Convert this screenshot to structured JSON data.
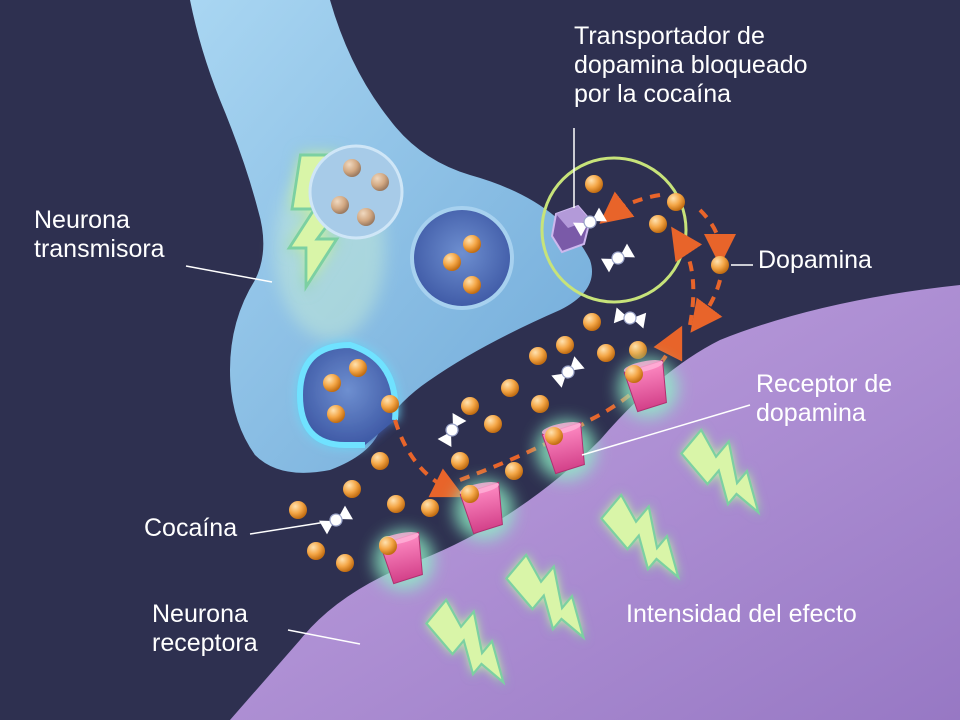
{
  "labels": {
    "transportador": [
      "Transportador de",
      "dopamina bloqueado",
      "por la cocaína"
    ],
    "neurona_transmisora": [
      "Neurona",
      "transmisora"
    ],
    "dopamina": "Dopamina",
    "receptor": [
      "Receptor de",
      "dopamina"
    ],
    "cocaina": "Cocaína",
    "neurona_receptora": [
      "Neurona",
      "receptora"
    ],
    "intensidad": "Intensidad del efecto"
  },
  "colors": {
    "background": "#2e3050",
    "transmitter_neuron": "#8cc3e8",
    "receiver_neuron": "#b497d6",
    "dopamine": "#f4a646",
    "receptor": "#e9559b",
    "signal_arrow": "#d9f5a8",
    "reuptake_arrow": "#e8642a",
    "transporter": "#7a5aa8",
    "highlight_circle": "#c7e37a"
  },
  "icons": {
    "dopamine": "orange-sphere",
    "cocaine": "white-double-cone-molecule",
    "receptor": "pink-cup",
    "transporter": "purple-hexagonal-prism",
    "signal": "zigzag-arrow"
  }
}
